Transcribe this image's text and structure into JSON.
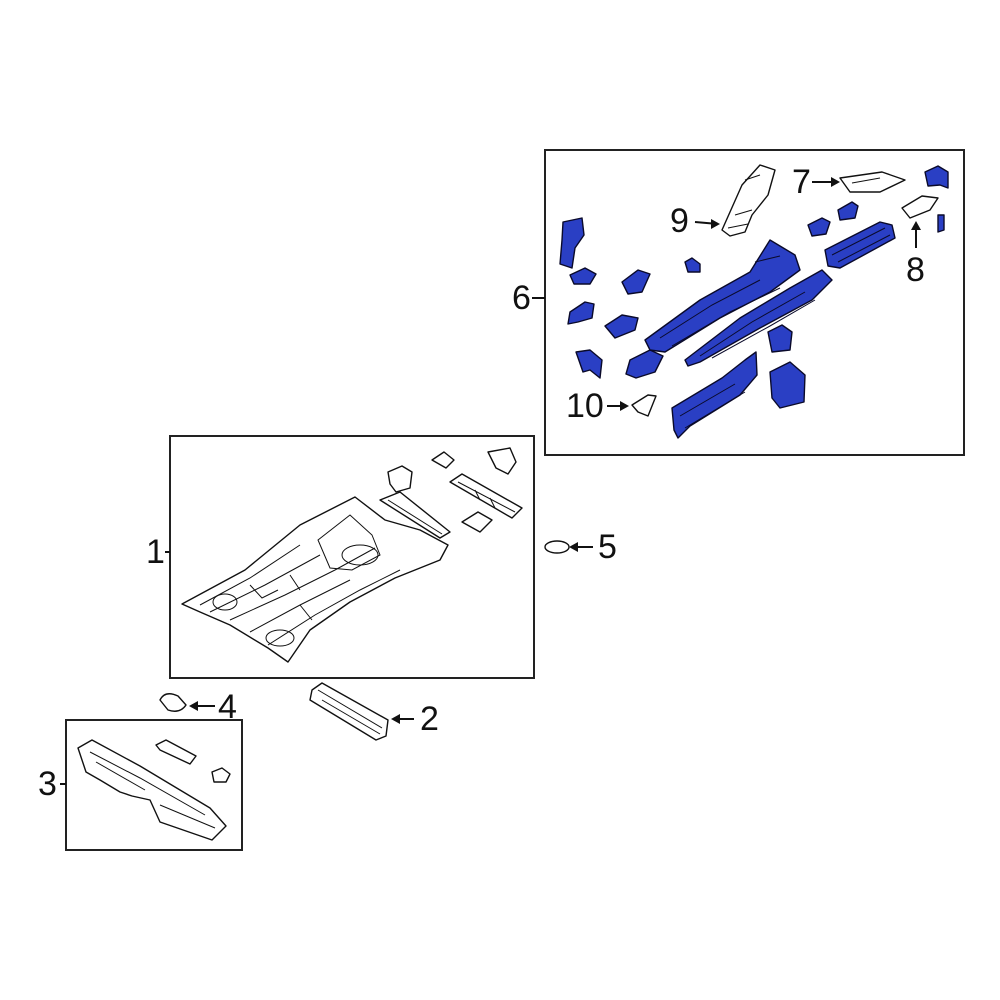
{
  "diagram": {
    "callouts": [
      {
        "id": "1",
        "text": "1"
      },
      {
        "id": "2",
        "text": "2"
      },
      {
        "id": "3",
        "text": "3"
      },
      {
        "id": "4",
        "text": "4"
      },
      {
        "id": "5",
        "text": "5"
      },
      {
        "id": "6",
        "text": "6"
      },
      {
        "id": "7",
        "text": "7"
      },
      {
        "id": "8",
        "text": "8"
      },
      {
        "id": "9",
        "text": "9"
      },
      {
        "id": "10",
        "text": "10"
      }
    ],
    "colors": {
      "highlight": "#2a3fc4",
      "highlight_dark": "#1a2a8a",
      "line": "#111111",
      "background": "#ffffff"
    }
  }
}
